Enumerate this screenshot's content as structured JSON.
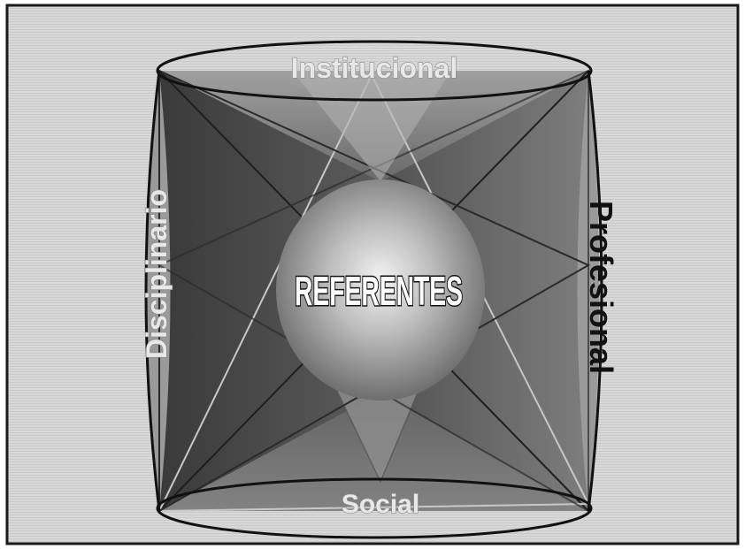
{
  "diagram": {
    "center_label": "REFERENTES",
    "top_label": "Institucional",
    "bottom_label": "Social",
    "left_label": "Disciplinario",
    "right_label": "Profesional"
  }
}
